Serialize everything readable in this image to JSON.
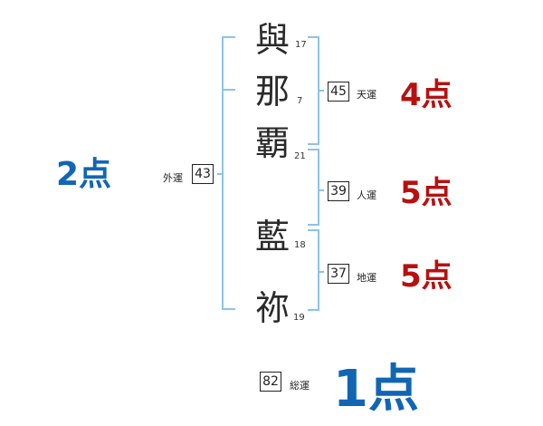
{
  "name": {
    "chars": [
      {
        "char": "與",
        "strokes": "17"
      },
      {
        "char": "那",
        "strokes": "7"
      },
      {
        "char": "覇",
        "strokes": "21"
      },
      {
        "char": "藍",
        "strokes": "18"
      },
      {
        "char": "祢",
        "strokes": "19"
      }
    ]
  },
  "fortunes": {
    "ten": {
      "label": "天運",
      "value": "45",
      "score": "4点"
    },
    "jin": {
      "label": "人運",
      "value": "39",
      "score": "5点"
    },
    "chi": {
      "label": "地運",
      "value": "37",
      "score": "5点"
    },
    "gai": {
      "label": "外運",
      "value": "43",
      "score": "2点"
    },
    "so": {
      "label": "総運",
      "value": "82",
      "score": "1点"
    }
  },
  "colors": {
    "bracket": "#8cc4e6",
    "score_red": "#b81010",
    "score_blue": "#1166b4"
  }
}
